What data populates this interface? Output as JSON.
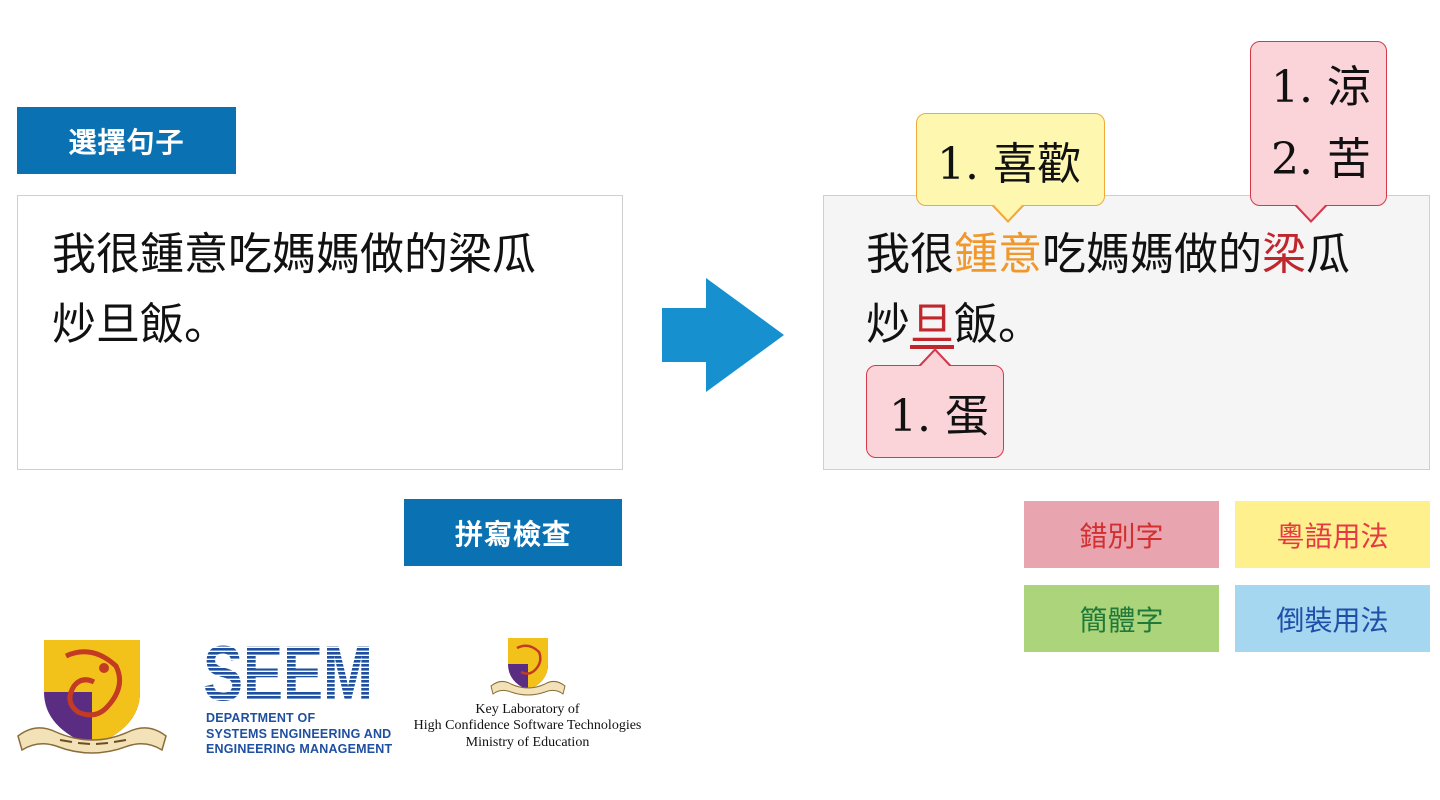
{
  "buttons": {
    "select_sentence": "選擇句子",
    "spell_check": "拼寫檢查"
  },
  "input": {
    "line1": "我很鍾意吃媽媽做的梁瓜",
    "line2": "炒旦飯。"
  },
  "output": {
    "line1_a": "我很",
    "line1_hl1": "鍾意",
    "line1_b": "吃媽媽做的",
    "line1_hl2": "梁",
    "line1_c": "瓜",
    "line2_a": "炒",
    "line2_hl": "旦",
    "line2_b": "飯。"
  },
  "suggestions": {
    "cantonese": [
      "1. 喜歡"
    ],
    "typo_top": [
      "1. 涼",
      "2. 苦"
    ],
    "typo_bottom": [
      "1. 蛋"
    ]
  },
  "legend": {
    "typo": "錯別字",
    "cantonese": "粵語用法",
    "simplified": "簡體字",
    "inverted": "倒裝用法"
  },
  "colors": {
    "button": "#0a71b3",
    "arrow": "#1690cf",
    "cantonese_text": "#f0982b",
    "typo_text": "#c0272d",
    "legend_typo_bg": "#e8a5b0",
    "legend_cantonese_bg": "#fdf08d",
    "legend_simplified_bg": "#acd47a",
    "legend_inverted_bg": "#a5d7f0"
  },
  "icons": {
    "arrow": "right-arrow-icon",
    "cuhk_logo": "cuhk-crest-logo",
    "seem_logo": "seem-logo",
    "lab_logo": "cuhk-crest-small-logo"
  },
  "logos": {
    "seem_mark": "SEEM",
    "seem_caption": [
      "DEPARTMENT OF",
      "SYSTEMS ENGINEERING AND",
      "ENGINEERING MANAGEMENT"
    ],
    "lab_caption": [
      "Key Laboratory of",
      "High Confidence Software Technologies",
      "Ministry of Education"
    ]
  }
}
